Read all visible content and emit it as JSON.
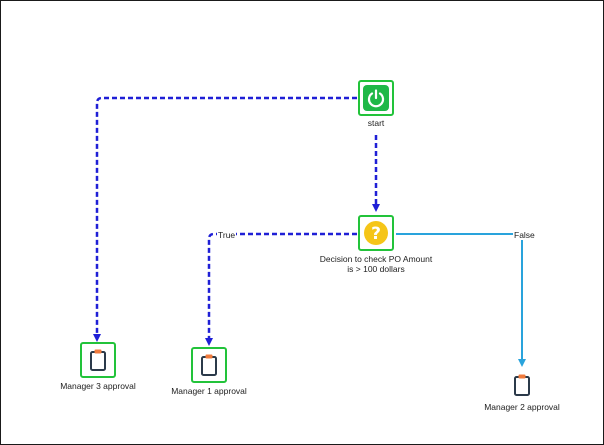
{
  "nodes": {
    "start": {
      "label": "start",
      "icon": "power-icon"
    },
    "decision": {
      "label_line1": "Decision to check PO Amount",
      "label_line2": "is > 100 dollars",
      "icon": "question-icon"
    },
    "manager3": {
      "label": "Manager 3 approval",
      "icon": "clipboard-icon"
    },
    "manager1": {
      "label": "Manager 1 approval",
      "icon": "clipboard-icon"
    },
    "manager2": {
      "label": "Manager 2 approval",
      "icon": "clipboard-icon"
    }
  },
  "edges": {
    "true_label": "True",
    "false_label": "False"
  },
  "colors": {
    "dashed_edge": "#1f1fd6",
    "solid_edge": "#29a3dc",
    "node_border": "#22c33a",
    "start_fill": "#1fb847",
    "decision_fill": "#f5c518"
  }
}
